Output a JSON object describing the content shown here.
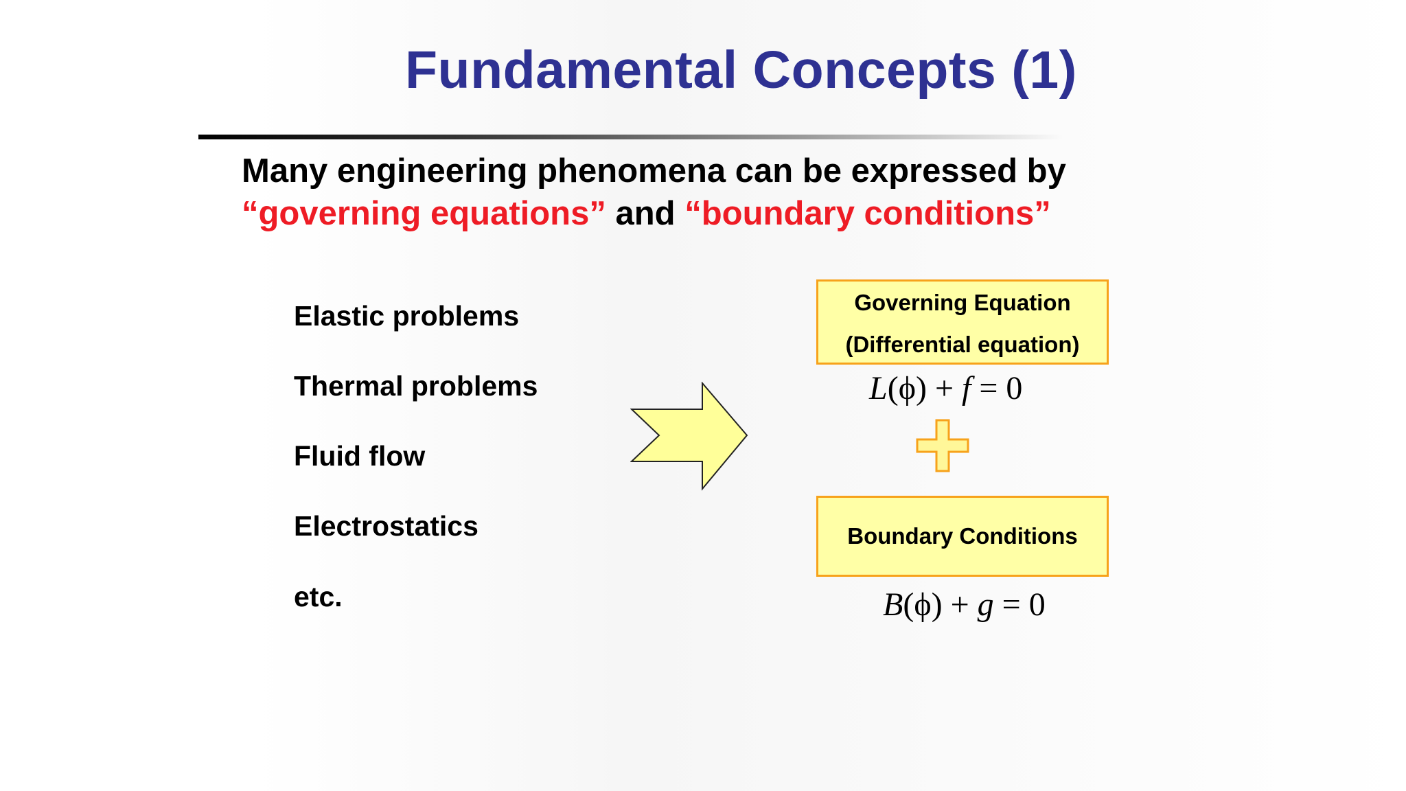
{
  "title": "Fundamental Concepts (1)",
  "intro": {
    "line1": "Many engineering phenomena can be expressed by",
    "quote1": "“governing equations”",
    "and": " and ",
    "quote2": "“boundary conditions”"
  },
  "problems": [
    "Elastic problems",
    "Thermal problems",
    "Fluid flow",
    "Electrostatics",
    "etc."
  ],
  "governing_box": {
    "line1": "Governing Equation",
    "line2": "(Differential equation)"
  },
  "governing_equation": {
    "lhs_fn": "L",
    "arg": "(ϕ)",
    "op": " + ",
    "term": "f",
    "rhs": " = 0"
  },
  "boundary_box": {
    "label": "Boundary Conditions"
  },
  "boundary_equation": {
    "lhs_fn": "B",
    "arg": "(ϕ)",
    "op": " + ",
    "term": "g",
    "rhs": " = 0"
  },
  "colors": {
    "title": "#2e3192",
    "highlight": "#ee1c25",
    "box_fill": "#ffffa6",
    "box_border": "#f7a21b",
    "arrow_fill": "#ffff99",
    "plus_fill": "#fff799",
    "plus_border": "#f7a21b"
  },
  "icons": [
    "right-arrow-icon",
    "plus-icon"
  ]
}
